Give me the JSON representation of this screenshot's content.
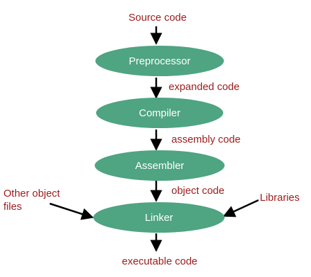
{
  "diagram": {
    "stages": [
      {
        "label": "Preprocessor"
      },
      {
        "label": "Compiler"
      },
      {
        "label": "Assembler"
      },
      {
        "label": "Linker"
      }
    ],
    "flow_labels": {
      "input": "Source code",
      "after_preprocessor": "expanded code",
      "after_compiler": "assembly code",
      "after_assembler": "object code",
      "output": "executable code"
    },
    "side_inputs": {
      "left_line1": "Other object",
      "left_line2": "files",
      "right": "Libraries"
    },
    "colors": {
      "stage_fill": "#4fa482",
      "stage_text": "#ffffff",
      "label_text": "#9b1b1b",
      "arrow": "#000000"
    }
  }
}
